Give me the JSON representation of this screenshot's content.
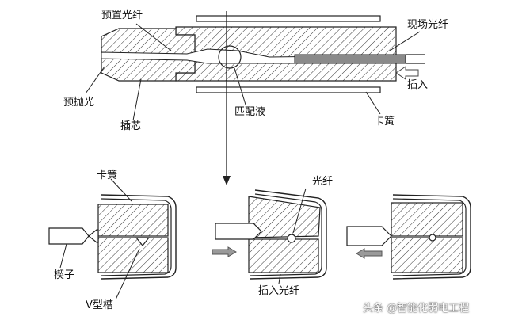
{
  "labels": {
    "preset_fiber": "预置光纤",
    "field_fiber": "现场光纤",
    "insert_arrow": "插入",
    "pre_polish": "预抛光",
    "ferrule": "插芯",
    "matching_fluid": "匹配液",
    "clip_spring_top": "卡簧",
    "clip_spring": "卡簧",
    "fiber": "光纤",
    "wedge": "楔子",
    "v_groove": "V型槽",
    "insert_fiber": "插入光纤"
  },
  "watermark": "头条 @智能化弱电工程",
  "colors": {
    "stroke": "#222222",
    "fiber_gray": "#8a8a8a",
    "arrow_gray": "#9a9a9a"
  }
}
